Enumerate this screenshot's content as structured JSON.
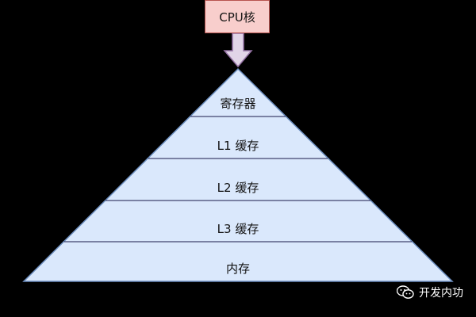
{
  "cpu": {
    "label": "CPU核"
  },
  "levels": [
    {
      "label": "寄存器"
    },
    {
      "label": "L1 缓存"
    },
    {
      "label": "L2 缓存"
    },
    {
      "label": "L3 缓存"
    },
    {
      "label": "内存"
    }
  ],
  "watermark": {
    "text": "开发内功"
  },
  "colors": {
    "background": "#000000",
    "pyramid_fill": "#dae8fc",
    "pyramid_stroke": "#6c8ebf",
    "cpu_fill": "#f8cecc",
    "cpu_stroke": "#b85450",
    "arrow_fill": "#e1d5e7",
    "arrow_stroke": "#9673a6"
  },
  "icons": {
    "watermark": "wechat-icon"
  }
}
